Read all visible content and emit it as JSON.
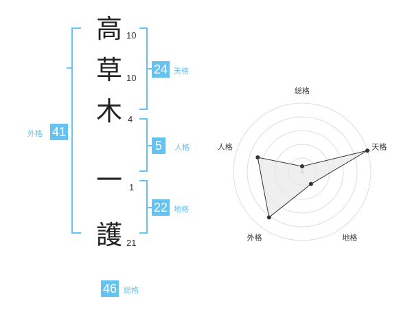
{
  "name": {
    "chars": [
      {
        "char": "高",
        "strokes": "10"
      },
      {
        "char": "草",
        "strokes": "10"
      },
      {
        "char": "木",
        "strokes": "4"
      },
      {
        "char": "一",
        "strokes": "1"
      },
      {
        "char": "護",
        "strokes": "21"
      }
    ]
  },
  "fortunes": {
    "tenkaku": {
      "value": "24",
      "label": "天格"
    },
    "jinkaku": {
      "value": "5",
      "label": "人格"
    },
    "chikaku": {
      "value": "22",
      "label": "地格"
    },
    "gaikaku": {
      "value": "41",
      "label": "外格"
    },
    "soukaku": {
      "value": "46",
      "label": "総格"
    }
  },
  "radar": {
    "axes": [
      "総格",
      "天格",
      "地格",
      "外格",
      "人格"
    ],
    "values": [
      0.08,
      1.0,
      0.22,
      0.82,
      0.68
    ],
    "fill": "#e8e8e8",
    "line": "#333333"
  },
  "colors": {
    "accent": "#66c2ef"
  }
}
